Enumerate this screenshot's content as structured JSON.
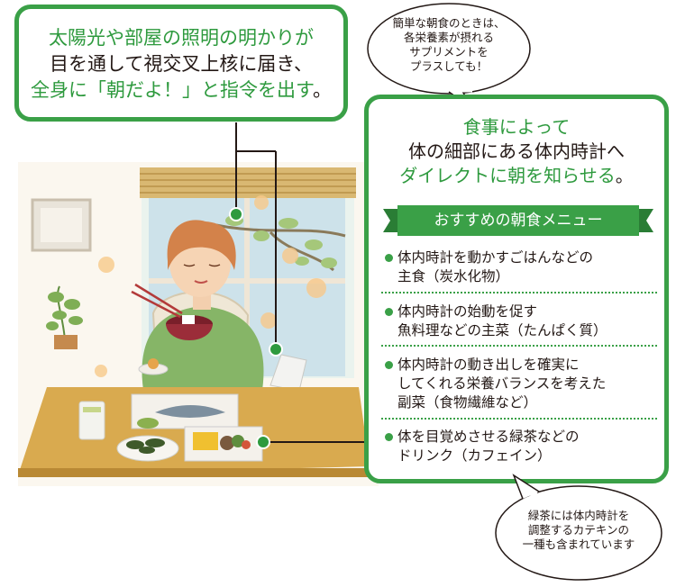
{
  "top_box": {
    "line1": "太陽光や部屋の照明の明かりが",
    "line2": "目を通して視交叉上核に届き、",
    "line3_green": "全身に「朝だよ！」と指令を出す",
    "line3_end": "。"
  },
  "bubble_top": {
    "lines": [
      "簡単な朝食のときは、",
      "各栄養素が摂れる",
      "サプリメントを",
      "プラスしても！"
    ]
  },
  "right_box": {
    "heading1": "食事によって",
    "heading2": "体の細部にある体内時計へ",
    "heading3_green": "ダイレクトに朝を知らせる",
    "heading3_end": "。",
    "ribbon_label": "おすすめの朝食メニュー",
    "menu": [
      {
        "lines": [
          "体内時計を動かすごはんなどの",
          "主食（炭水化物）"
        ]
      },
      {
        "lines": [
          "体内時計の始動を促す",
          "魚料理などの主菜（たんぱく質）"
        ]
      },
      {
        "lines": [
          "体内時計の動き出しを確実に",
          "してくれる栄養バランスを考えた",
          "副菜（食物繊維など）"
        ]
      },
      {
        "lines": [
          "体を目覚めさせる緑茶などの",
          "ドリンク（カフェイン）"
        ]
      }
    ]
  },
  "bubble_bottom": {
    "lines": [
      "緑茶には体内時計を",
      "調整するカテキンの",
      "一種も含まれています"
    ]
  },
  "colors": {
    "accent": "#3aa047",
    "text": "#231815",
    "table": "#d9aa4f"
  }
}
